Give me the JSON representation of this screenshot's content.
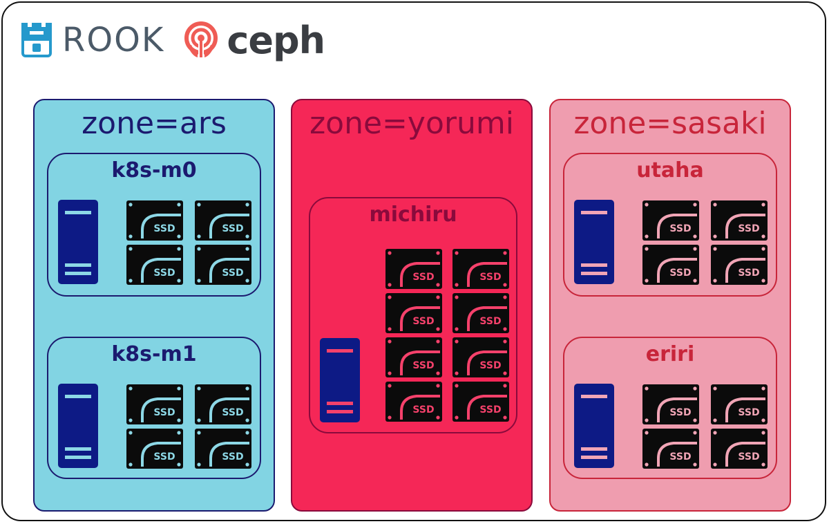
{
  "brand": {
    "rook": "ROOK",
    "ceph": "ceph",
    "rook_color": "#2599cc",
    "ceph_color": "#ef5c55"
  },
  "disk_label": "SSD",
  "zones": [
    {
      "title": "zone=ars",
      "bg": "#82d4e3",
      "border": "#1b1a6f",
      "text": "#1b1a6f",
      "accent": "#8dd8e6",
      "hosts": [
        {
          "name": "k8s-m0",
          "disks": 4
        },
        {
          "name": "k8s-m1",
          "disks": 4
        }
      ]
    },
    {
      "title": "zone=yorumi",
      "bg": "#f52757",
      "border": "#8a0a3c",
      "text": "#8a0a3c",
      "accent": "#f5416b",
      "hosts": [
        {
          "name": "michiru",
          "disks": 8
        }
      ]
    },
    {
      "title": "zone=sasaki",
      "bg": "#ef9daf",
      "border": "#c8253a",
      "text": "#c8253a",
      "accent": "#f1a5b6",
      "hosts": [
        {
          "name": "utaha",
          "disks": 4
        },
        {
          "name": "eriri",
          "disks": 4
        }
      ]
    }
  ]
}
